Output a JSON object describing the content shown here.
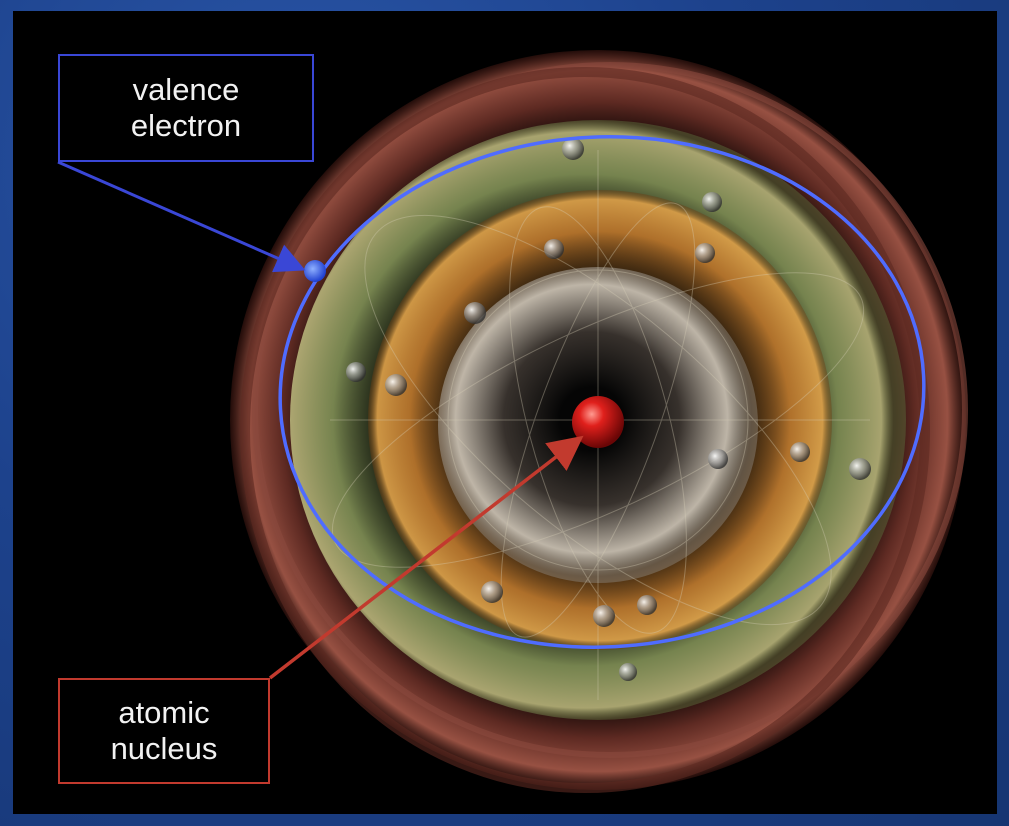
{
  "labels": {
    "valence": [
      "valence",
      "electron"
    ],
    "nucleus": [
      "atomic",
      "nucleus"
    ]
  },
  "colors": {
    "background_blue": "#1d428c",
    "panel_black": "#000000",
    "valence_line": "#3a47d6",
    "orbit_ring": "#4f6cff",
    "nucleus_line": "#c23a2e",
    "nucleus": "#d4141a",
    "outer_shell": "#7a3d33",
    "shell_green": "#8a9a5c",
    "shell_orange": "#c07a2e",
    "shell_inner": "#cfc6b8"
  },
  "icons": {
    "electron": "electron-sphere-icon",
    "nucleus": "nucleus-sphere-icon"
  }
}
